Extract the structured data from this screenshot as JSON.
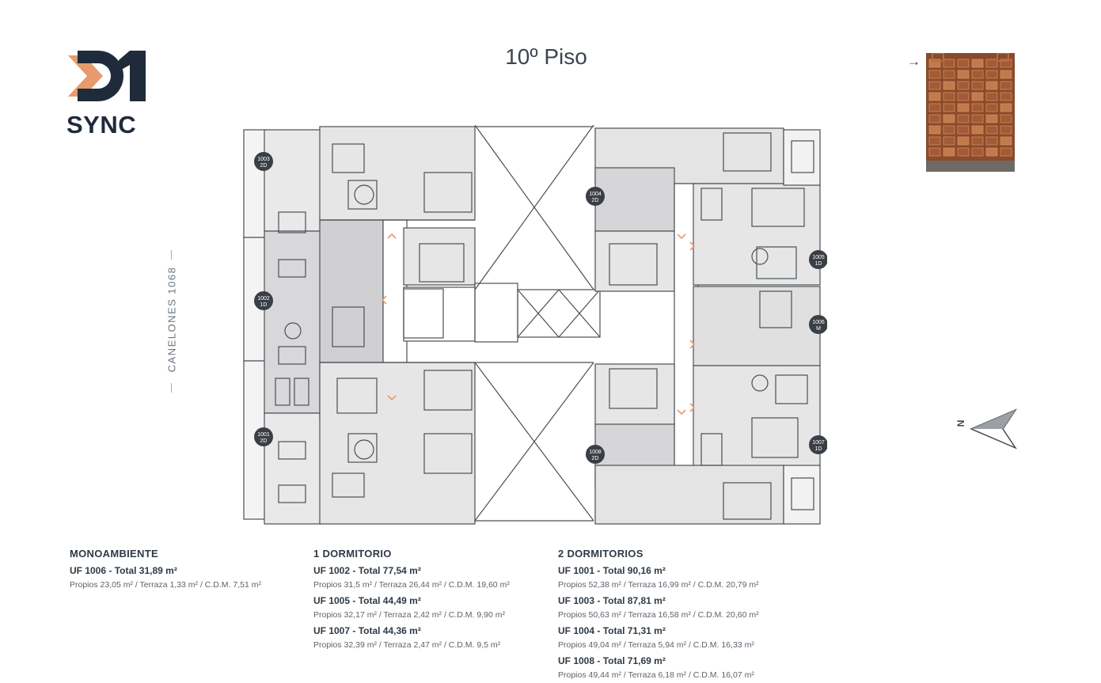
{
  "logo": {
    "mark": "01",
    "name": "SYNC",
    "accent_color": "#e89a6c",
    "dark_color": "#1f2b3a"
  },
  "header": {
    "title": "10º Piso"
  },
  "street": {
    "label": "CANELONES 1068"
  },
  "compass": {
    "label": "N"
  },
  "units": {
    "u1003": {
      "num": "1003",
      "type": "2D"
    },
    "u1002": {
      "num": "1002",
      "type": "1D"
    },
    "u1001": {
      "num": "1001",
      "type": "2D"
    },
    "u1004": {
      "num": "1004",
      "type": "2D"
    },
    "u1005": {
      "num": "1005",
      "type": "1D"
    },
    "u1006": {
      "num": "1006",
      "type": "M"
    },
    "u1007": {
      "num": "1007",
      "type": "1D"
    },
    "u1008": {
      "num": "1008",
      "type": "2D"
    }
  },
  "legend": {
    "monoambiente": {
      "heading": "MONOAMBIENTE",
      "items": [
        {
          "title": "UF 1006  - Total 31,89 m²",
          "detail": "Propios 23,05 m² / Terraza 1,33 m² / C.D.M. 7,51 m²"
        }
      ]
    },
    "un_dormitorio": {
      "heading": "1 DORMITORIO",
      "items": [
        {
          "title": "UF 1002  - Total 77,54 m²",
          "detail": "Propios 31,5 m² / Terraza 26,44 m² / C.D.M. 19,60 m²"
        },
        {
          "title": "UF 1005  - Total 44,49 m²",
          "detail": "Propios 32,17 m² / Terraza 2,42 m² / C.D.M. 9,90 m²"
        },
        {
          "title": "UF 1007  - Total 44,36 m²",
          "detail": "Propios 32,39 m² / Terraza 2,47 m² / C.D.M. 9,5 m²"
        }
      ]
    },
    "dos_dormitorios": {
      "heading": "2 DORMITORIOS",
      "items": [
        {
          "title": "UF 1001  - Total 90,16 m²",
          "detail": "Propios 52,38 m² / Terraza 16,99 m² / C.D.M. 20,79 m²"
        },
        {
          "title": "UF 1003  - Total 87,81 m²",
          "detail": "Propios 50,63 m² / Terraza 16,58 m² / C.D.M. 20,60 m²"
        },
        {
          "title": "UF 1004  - Total 71,31 m²",
          "detail": "Propios 49,04 m² / Terraza 5,94 m² / C.D.M. 16,33 m²"
        },
        {
          "title": "UF 1008  - Total 71,69 m²",
          "detail": "Propios 49,44 m² / Terraza 6,18 m² / C.D.M. 16,07 m²"
        }
      ]
    }
  }
}
